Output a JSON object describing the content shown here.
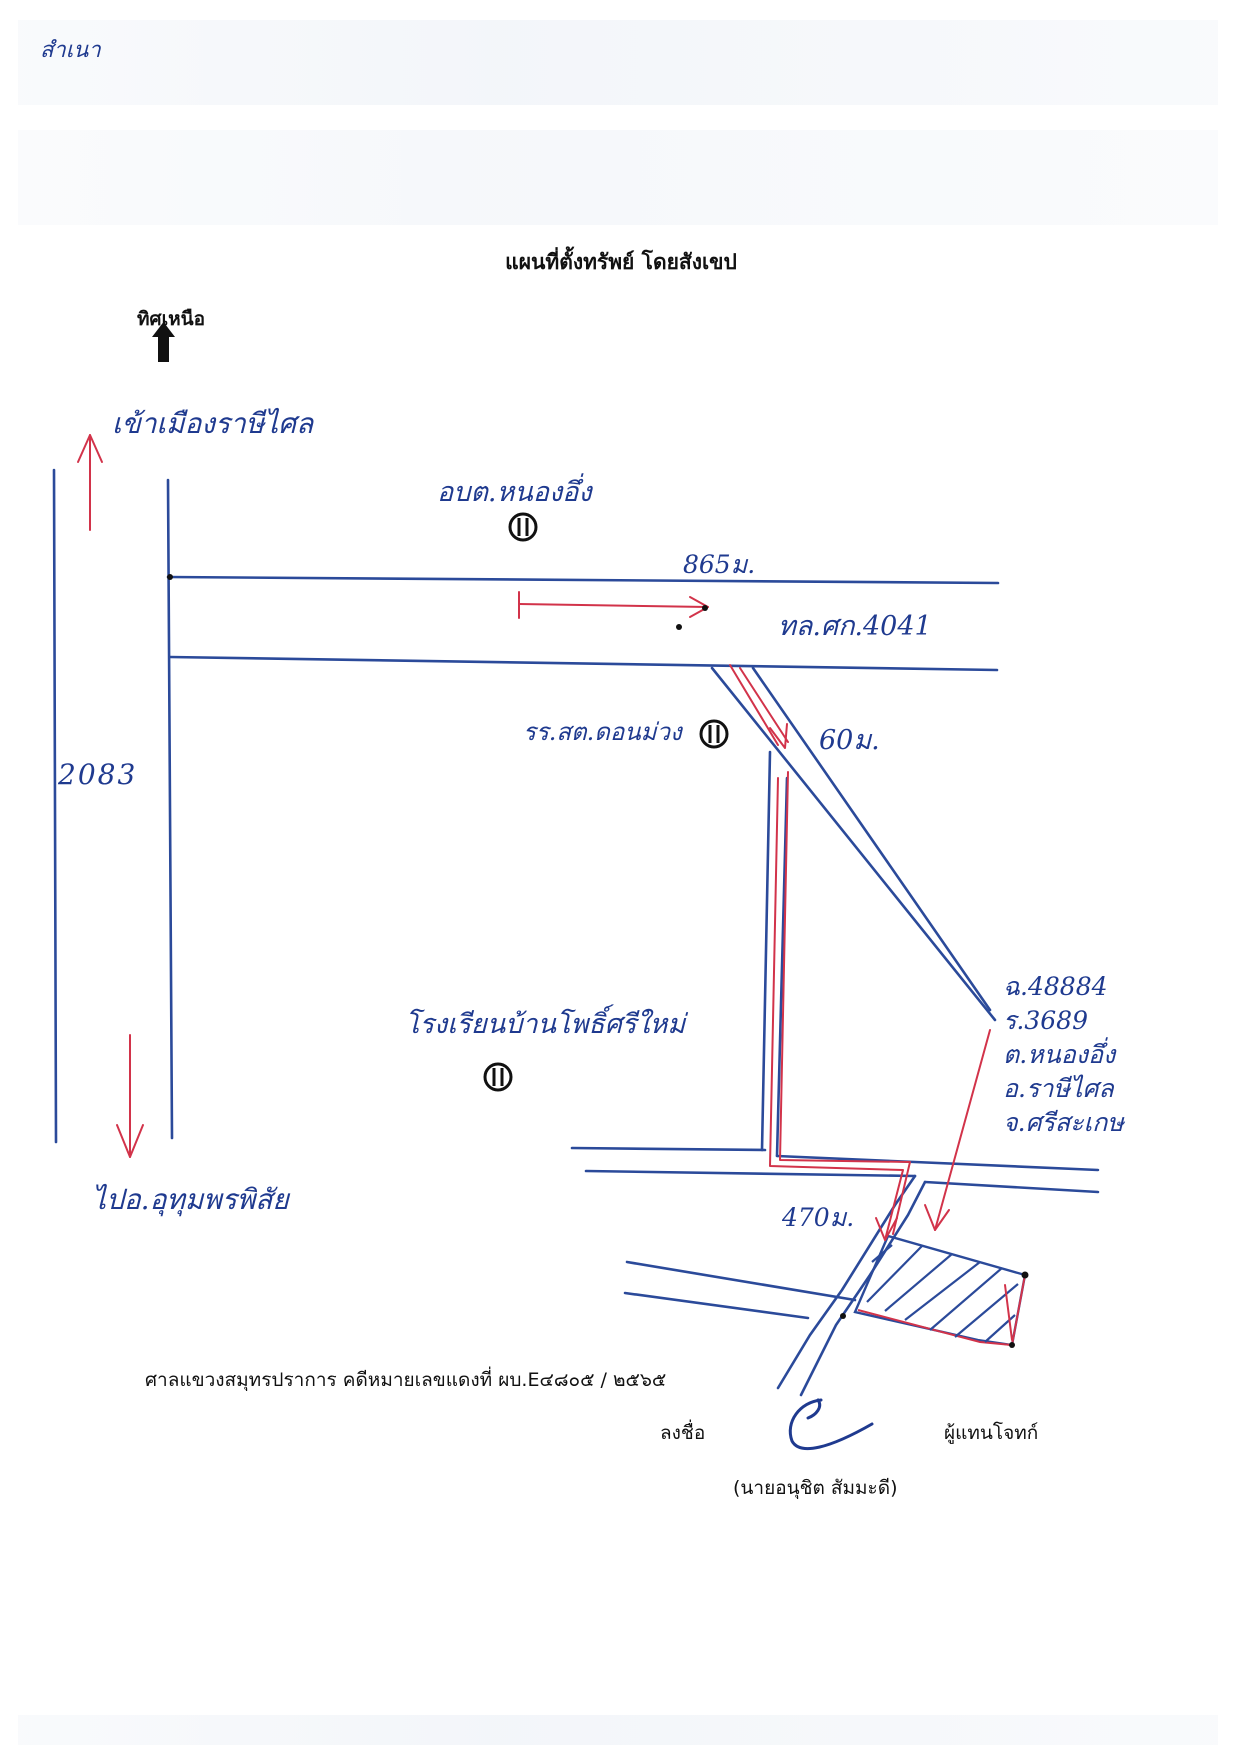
{
  "document": {
    "title": "แผนที่ตั้งทรัพย์ โดยสังเขป",
    "north_label": "ทิศเหนือ",
    "court_case": "ศาลแขวงสมุทรปราการ  คดีหมายเลขแดงที่ ผบ.E๔๘๐๕ / ๒๕๖๕",
    "signed_label": "ลงชื่อ",
    "representative_label": "ผู้แทนโจทก์",
    "representative_name": "(นายอนุชิต  สัมมะดี)",
    "corner_note": "สำเนา"
  },
  "handwritten": {
    "to_city": "เข้าเมืองราษีไศล",
    "road_left": "2083",
    "to_uthumphon": "ไปอ.อุทุมพรพิสัย",
    "obt": "อบต.หนองอึ่ง",
    "school_1": "รร.สต.ดอนม่วง",
    "school_2": "โรงเรียนบ้านโพธิ์ศรีใหม่",
    "road_main": "ทล.ศก.4041",
    "dist_865": "865ม.",
    "dist_60": "60ม.",
    "dist_470": "470ม.",
    "deed_lines": [
      "ฉ.48884",
      "ร.3689",
      "ต.หนองอึ่ง",
      "อ.ราษีไศล",
      "จ.ศรีสะเกษ"
    ]
  },
  "colors": {
    "road": "#2b4a9a",
    "route": "#d2334a",
    "ink": "#1f3a8f",
    "text": "#111111"
  },
  "icons": [
    "north-arrow-icon",
    "school-symbol-icon",
    "signature-mark"
  ]
}
